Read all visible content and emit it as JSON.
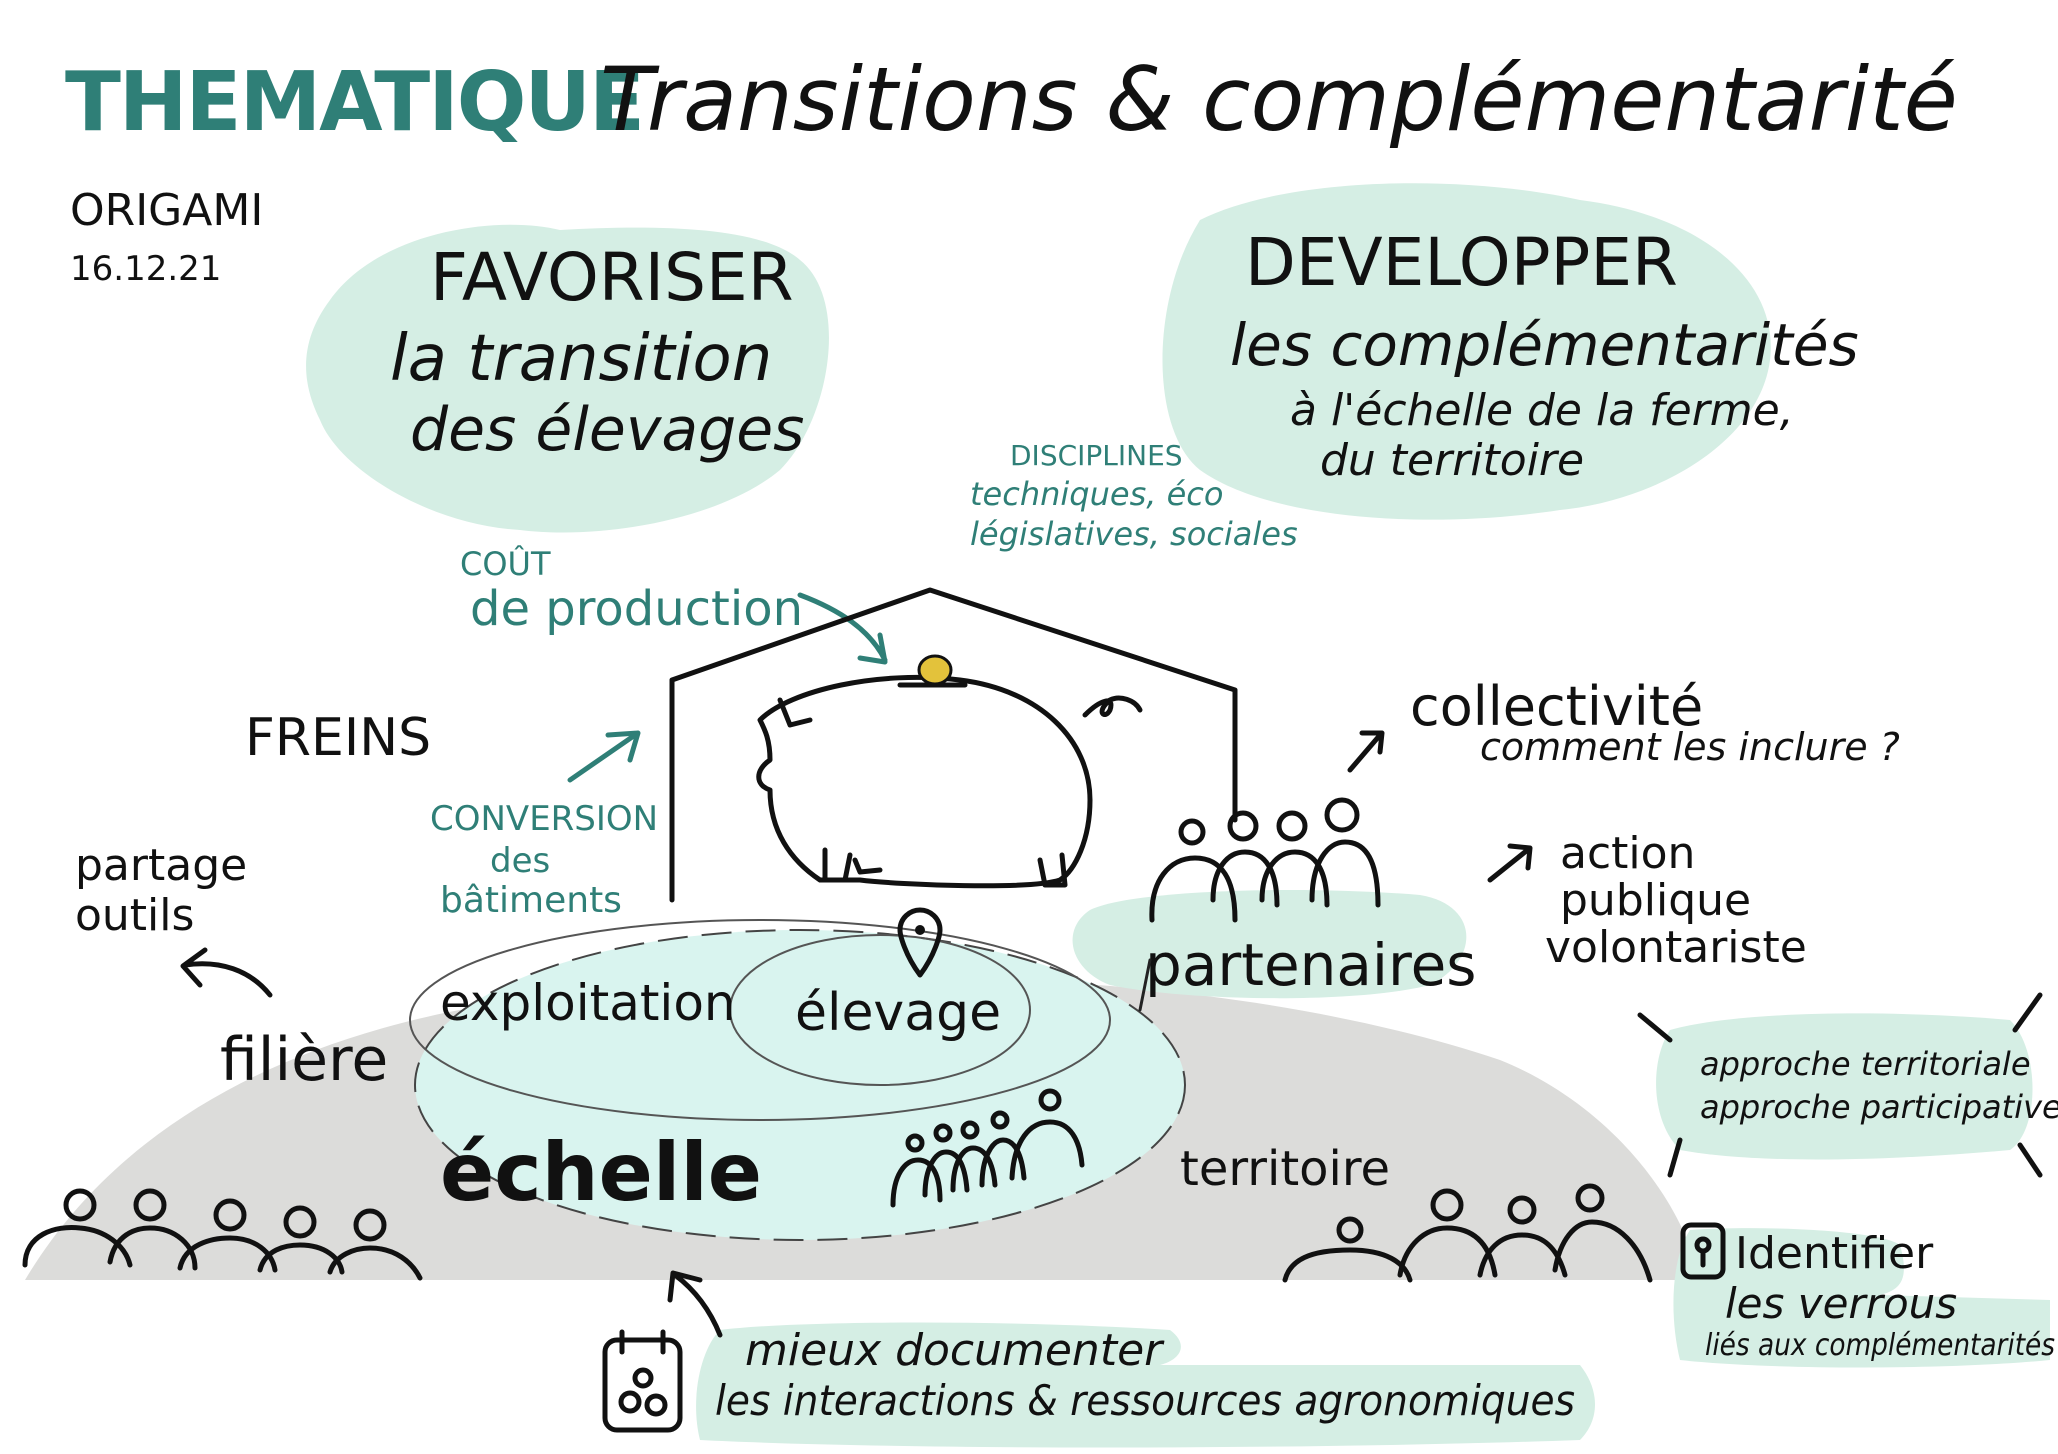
{
  "header": {
    "tag": "THEMATIQUE",
    "title": "Transitions & complémentarité",
    "author": "ORIGAMI",
    "date": "16.12.21"
  },
  "favoriser": {
    "heading": "FAVORISER",
    "line1": "la transition",
    "line2": "des élevages"
  },
  "developper": {
    "heading": "DEVELOPPER",
    "line1": "les complémentarités",
    "line2": "à l'échelle de la ferme,",
    "line3": "du territoire"
  },
  "disciplines": {
    "line1": "DISCIPLINES",
    "line2": "techniques, éco",
    "line3": "législatives, sociales"
  },
  "cout": {
    "line1": "COÛT",
    "line2": "de production"
  },
  "freins": "FREINS",
  "conversion": {
    "line1": "CONVERSION",
    "line2": "des",
    "line3": "bâtiments"
  },
  "partage": {
    "line1": "partage",
    "line2": "outils"
  },
  "collectivite": {
    "line1": "collectivité",
    "line2": "comment les inclure ?"
  },
  "action": {
    "line1": "action",
    "line2": "publique",
    "line3": "volontariste"
  },
  "partenaires": "partenaires",
  "scales": {
    "filiere": "filière",
    "exploitation": "exploitation",
    "elevage": "élevage",
    "echelle": "échelle",
    "territoire": "territoire"
  },
  "approche": {
    "line1": "approche territoriale",
    "line2": "approche participative"
  },
  "identifier": {
    "line1": "Identifier",
    "line2": "les verrous",
    "line3": "liés aux complémentarités"
  },
  "documenter": {
    "line1": "mieux documenter",
    "line2": "les interactions & ressources agronomiques"
  },
  "colors": {
    "ink": "#111111",
    "teal": "#2f7f77",
    "mint": "#d5eee4",
    "ground": "#dcdcda",
    "pool": "#d9f4ef",
    "coin": "#e3c23b"
  }
}
